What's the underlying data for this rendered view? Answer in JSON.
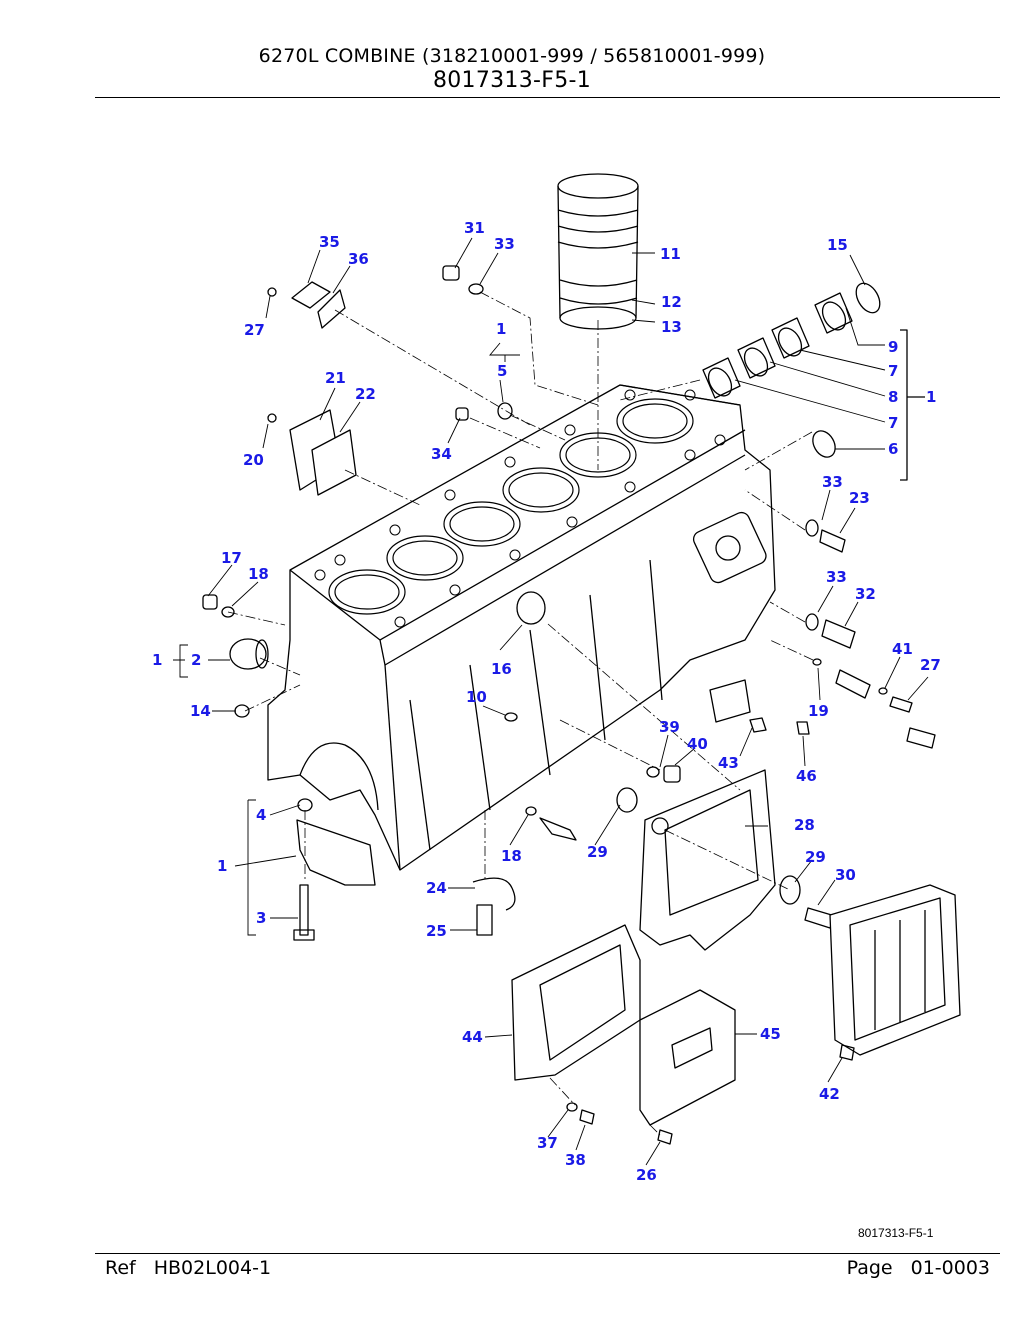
{
  "header": {
    "title": "6270L COMBINE (318210001-999 / 565810001-999)",
    "subtitle": "8017313-F5-1"
  },
  "diagram": {
    "figure_id": "8017313-F5-1",
    "callout_color": "#1a1ae6",
    "callouts": [
      "31",
      "33",
      "11",
      "35",
      "36",
      "15",
      "12",
      "27",
      "13",
      "1",
      "9",
      "5",
      "21",
      "7",
      "22",
      "8",
      "1",
      "7",
      "20",
      "34",
      "6",
      "33",
      "23",
      "17",
      "18",
      "33",
      "32",
      "41",
      "1",
      "2",
      "27",
      "16",
      "19",
      "10",
      "14",
      "39",
      "40",
      "43",
      "46",
      "4",
      "28",
      "18",
      "29",
      "29",
      "1",
      "30",
      "24",
      "3",
      "25",
      "44",
      "45",
      "42",
      "37",
      "38",
      "26"
    ]
  },
  "footer": {
    "ref_label": "Ref",
    "ref_value": "HB02L004-1",
    "page_label": "Page",
    "page_value": "01-0003"
  }
}
